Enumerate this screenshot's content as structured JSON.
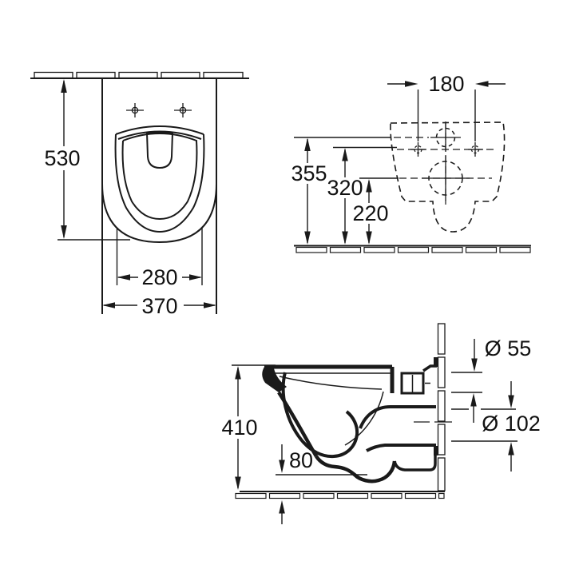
{
  "meta": {
    "description": "Technical dimension drawing of a wall-hung WC (three orthographic views)",
    "background_color": "#ffffff",
    "line_color": "#1a1a1a",
    "units": "mm"
  },
  "views": {
    "plan": {
      "name": "top-view",
      "dims": {
        "depth": "530",
        "seat_width": "280",
        "width": "370"
      }
    },
    "rear": {
      "name": "rear-view",
      "dims": {
        "hole_spacing": "180",
        "supply_height": "355",
        "fixing_height": "320",
        "outlet_height": "220"
      }
    },
    "side": {
      "name": "side-view",
      "dims": {
        "height": "410",
        "floor_clearance": "80",
        "inlet_diameter": "Ø 55",
        "outlet_diameter": "Ø 102"
      }
    }
  }
}
